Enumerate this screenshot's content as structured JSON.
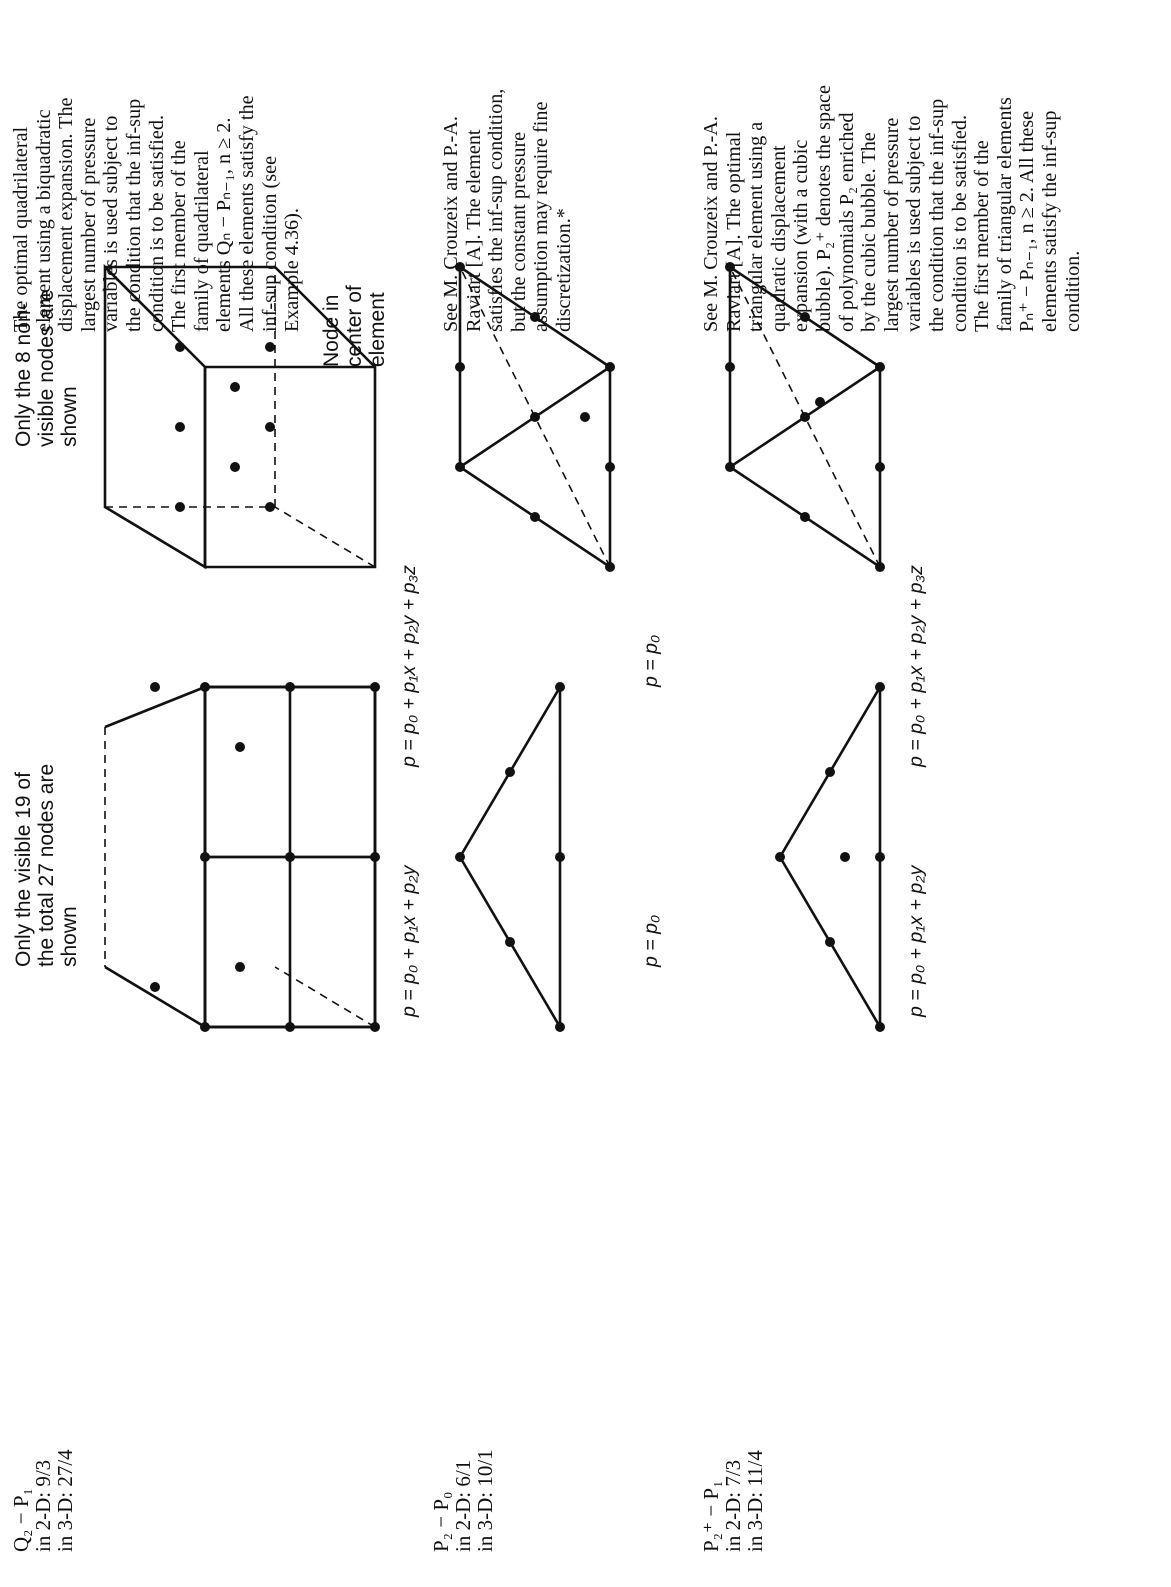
{
  "rows": [
    {
      "name": "Q₂ − P₁",
      "counts": [
        "in 2-D: 9/3",
        "in 3-D: 27/4"
      ],
      "formula_2d": "p = p₀ + p₁x + p₂y",
      "formula_3d": "p = p₀ + p₁x + p₂y + p₃z",
      "note_lines": [
        "The optimal quadrilateral",
        "element using a biquadratic",
        "displacement expansion. The",
        "largest number of pressure",
        "variables is used subject to",
        "the condition that the inf-sup",
        "condition is to be satisfied.",
        "The first member of the",
        "family of quadrilateral",
        "elements Qₙ − Pₙ₋₁, n ≥ 2.",
        "All these elements satisfy the",
        "inf-sup condition (see",
        "Example 4.36)."
      ]
    },
    {
      "name": "P₂ − P₀",
      "counts": [
        "in 2-D: 6/1",
        "in 3-D: 10/1"
      ],
      "formula_2d": "p = p₀",
      "formula_3d": "p = p₀",
      "note_lines": [
        "See M. Crouzeix and P.-A.",
        "Raviart [A]. The element",
        "satisfies the inf-sup condition,",
        "but the constant pressure",
        "assumption may require fine",
        "discretization.*"
      ]
    },
    {
      "name": "P₂⁺ − P₁",
      "counts": [
        "in 2-D: 7/3",
        "in 3-D: 11/4"
      ],
      "formula_2d": "p = p₀ + p₁x + p₂y",
      "formula_3d": "p = p₀ + p₁x + p₂y + p₃z",
      "note_lines": [
        "See M. Crouzeix and P.-A.",
        "Raviart [A]. The optimal",
        "triangular element using a",
        "quadratic displacement",
        "expansion (with a cubic",
        "bubble). P₂⁺ denotes the space",
        "of polynomials P₂ enriched",
        "by the cubic bubble. The",
        "largest number of pressure",
        "variables is used subject to",
        "the condition that the inf-sup",
        "condition is to be satisfied.",
        "The first member of the",
        "family of triangular elements",
        "Pₙ⁺ − Pₙ₋₁, n ≥ 2. All these",
        "elements satisfy the inf-sup",
        "condition."
      ]
    }
  ],
  "annotations": {
    "visible": [
      "Only the visible 19 of",
      "the total 27 nodes are",
      "shown"
    ],
    "nonvisible": [
      "Only the 8 non-",
      "visible nodes are",
      "shown"
    ],
    "center": [
      "Node in",
      "center of",
      "element"
    ]
  }
}
